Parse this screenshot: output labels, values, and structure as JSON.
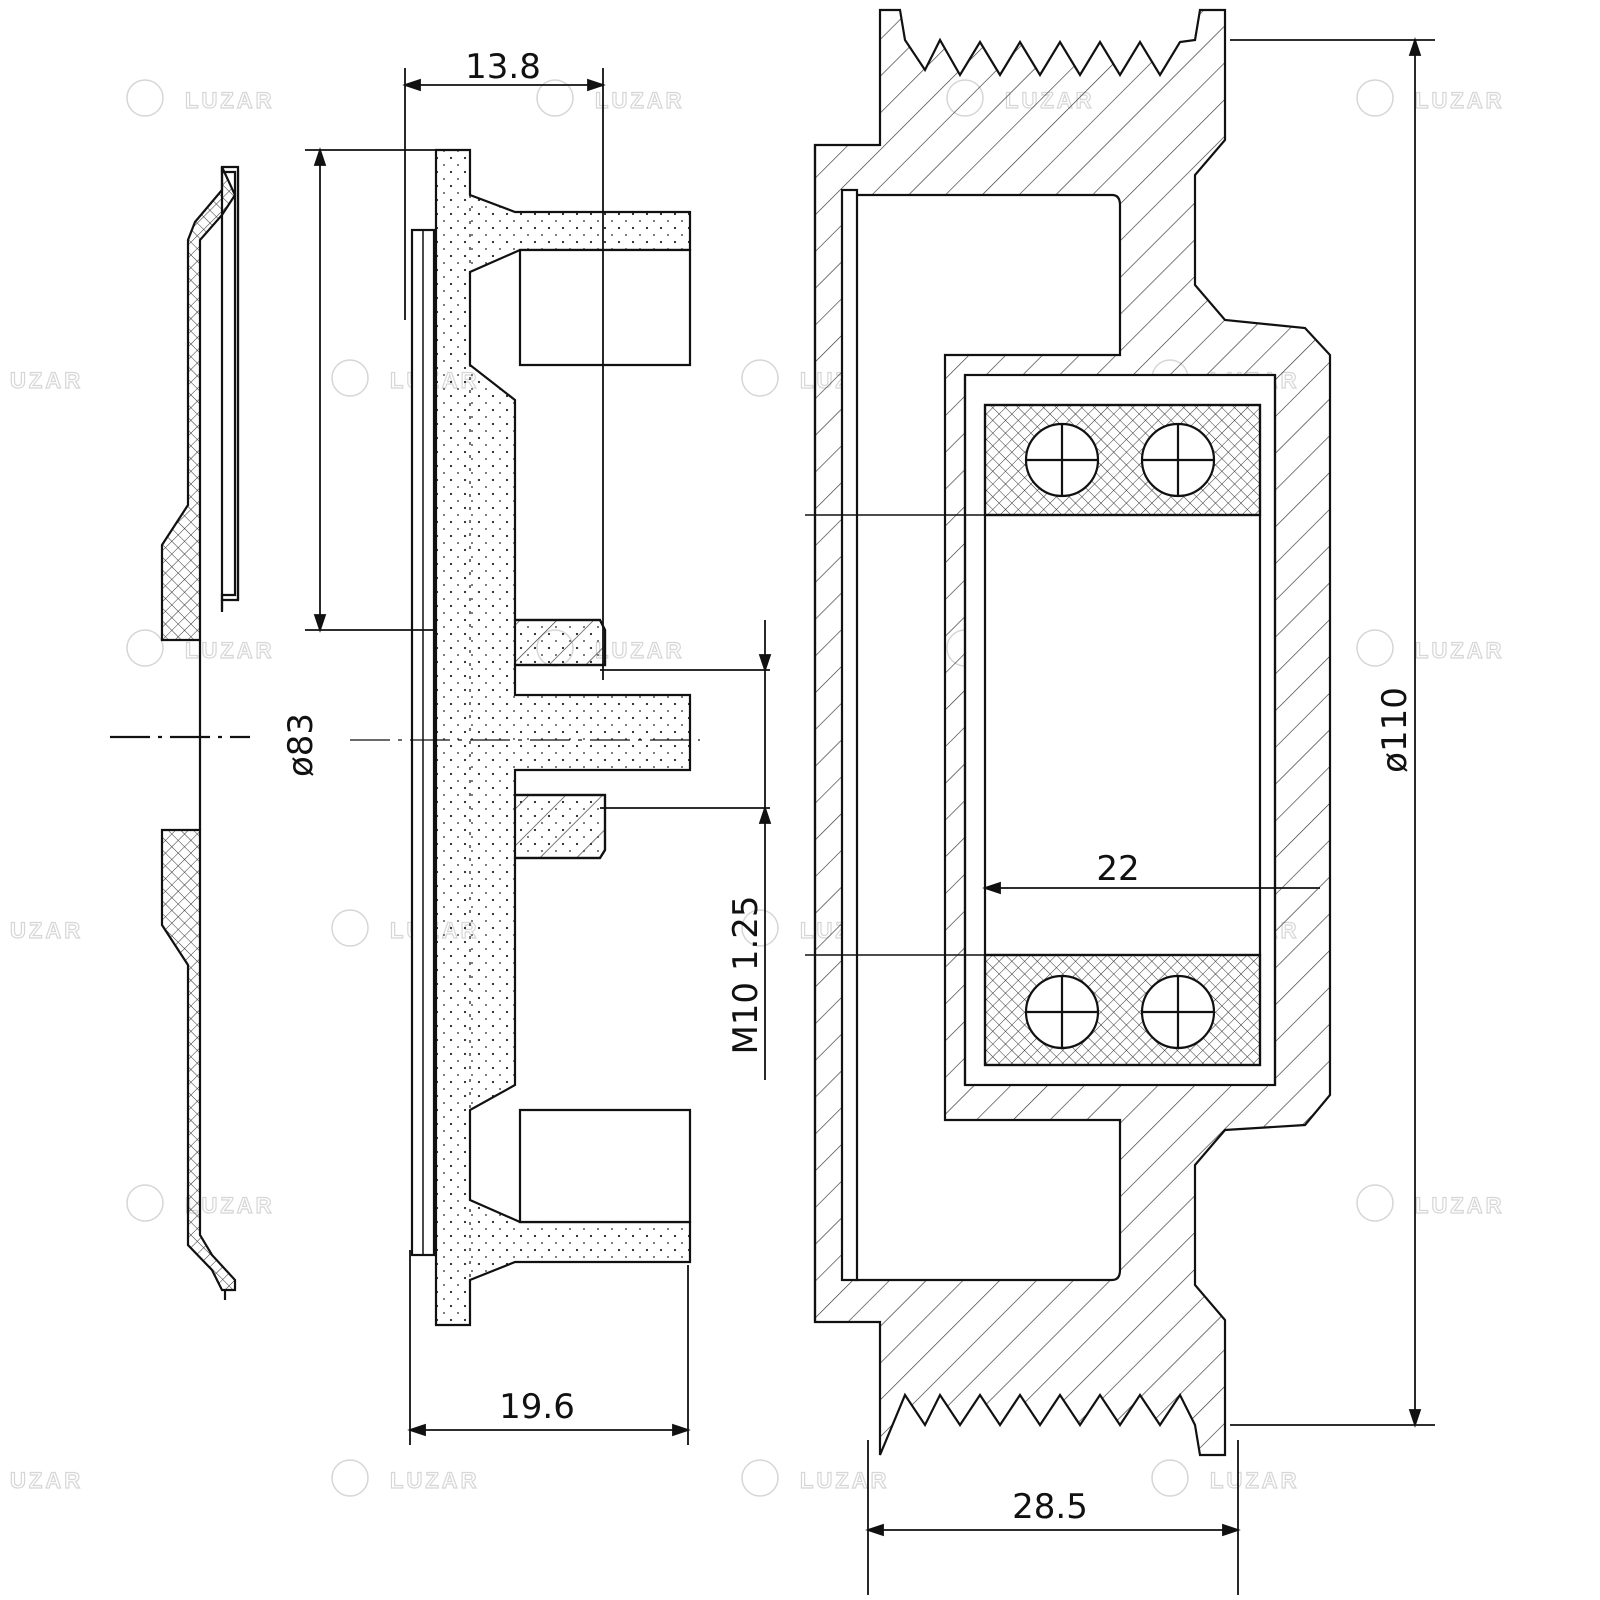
{
  "watermark": {
    "brand": "LUZAR",
    "partial": "UZAR"
  },
  "dimensions": {
    "thickness_top": "13.8",
    "diameter_plate": "ø83",
    "thread": "M10 1.25",
    "depth_bottom": "19.6",
    "bearing_width": "22",
    "diameter_pulley": "ø110",
    "pulley_width": "28.5"
  },
  "colors": {
    "line": "#111111",
    "hatch": "#333333",
    "watermark": "#d6d6d6"
  }
}
